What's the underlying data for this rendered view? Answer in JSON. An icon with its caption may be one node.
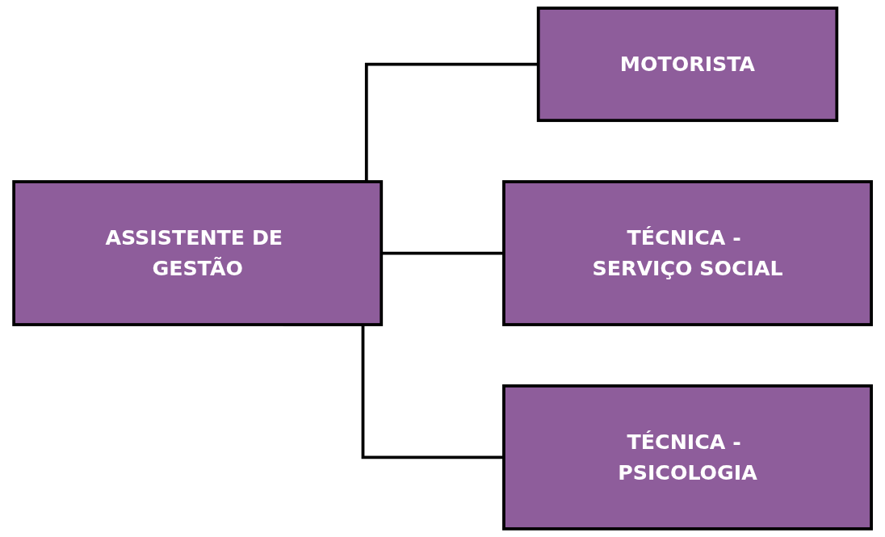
{
  "diagram": {
    "nodes": [
      {
        "text": [
          "ASSISTENTE DE GESTÃO"
        ]
      },
      {
        "text": [
          "MOTORISTA"
        ]
      },
      {
        "text": [
          "TÉCNICA - SERVIÇO SOCIAL"
        ]
      },
      {
        "text": [
          "TÉCNICA - PSICOLOGIA"
        ]
      }
    ],
    "edges": [
      {
        "from": 0,
        "to": 1,
        "arrow": "none"
      },
      {
        "from": 0,
        "to": 2,
        "arrow": "none"
      },
      {
        "from": 0,
        "to": 3,
        "arrow": "none"
      }
    ]
  }
}
